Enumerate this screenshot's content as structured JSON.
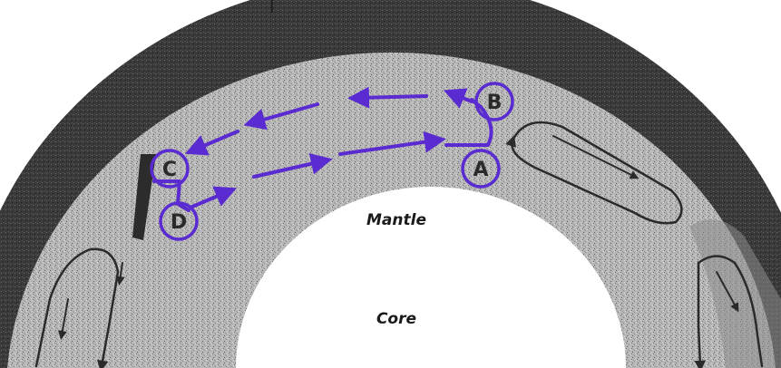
{
  "diagram": {
    "labels": {
      "mantle": "Mantle",
      "core": "Core"
    },
    "points": [
      {
        "id": "A",
        "label": "A"
      },
      {
        "id": "B",
        "label": "B"
      },
      {
        "id": "C",
        "label": "C"
      },
      {
        "id": "D",
        "label": "D"
      }
    ],
    "colors": {
      "crust": "#2f2f2f",
      "mantle": "#b9b9b9",
      "core": "#ffffff",
      "background": "#ffffff",
      "annotation": "#5a2bd0",
      "convection": "#2b2b2b"
    }
  }
}
